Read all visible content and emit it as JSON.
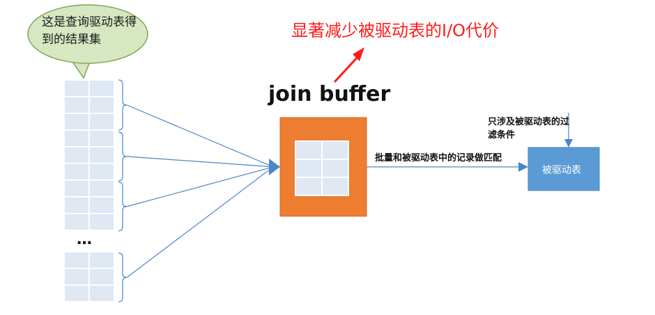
{
  "bubble": {
    "text": "这是查询驱动表得到的结果集"
  },
  "headline": "显著减少被驱动表的I/O代价",
  "join_buffer": {
    "title": "join buffer"
  },
  "match_label": "批量和被驱动表中的记录做匹配",
  "filter_label": "只涉及被驱动表的过滤条件",
  "driven_table": {
    "label": "被驱动表"
  },
  "ellipsis": "…",
  "colors": {
    "row_cell": "#dfe8f3",
    "join_buffer": "#ed7d31",
    "driven_table": "#5b9bd5",
    "arrow_blue": "#4a86c8",
    "bubble_fill": "#d6e7c2",
    "bubble_stroke": "#7ba656",
    "headline": "#ff1a1a"
  }
}
